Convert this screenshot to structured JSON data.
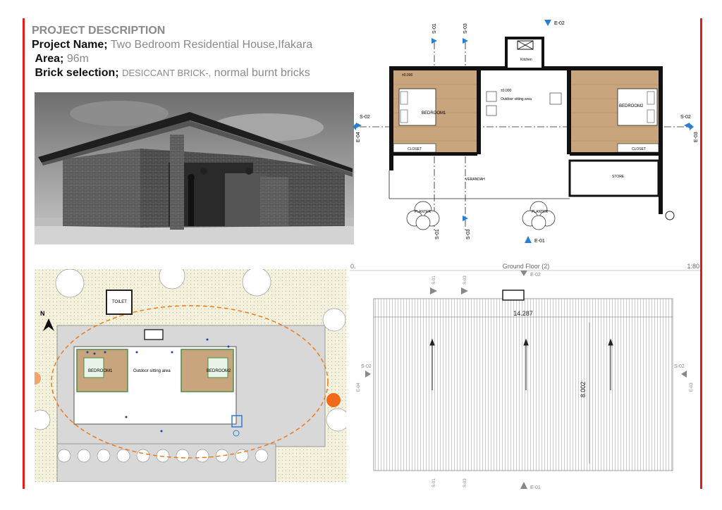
{
  "header": {
    "title": "PROJECT DESCRIPTION",
    "name_label": "Project Name;",
    "name_value": "Two Bedroom Residential House,Ifakara",
    "area_label": "Area;",
    "area_value": "96m",
    "brick_label": "Brick selection;",
    "brick_value_caps": "DESICCANT BRICK-,",
    "brick_value_rest": " normal burnt bricks"
  },
  "floor_plan": {
    "markers": {
      "s01": "S-01",
      "s03": "S-03",
      "s02": "S-02",
      "e02": "E-02",
      "e04": "E-04",
      "e03": "E-03",
      "e01": "E-01"
    },
    "rooms": {
      "bedroom1": "BEDROOM1",
      "bedroom2": "BEDROOM2",
      "closet1": "CLOSET",
      "closet2": "CLOSET",
      "kitchen": "Kitchen",
      "sitting": "Outdoor sitting area",
      "verandah": "VERANDAH",
      "store": "STORE",
      "planter1": "PLANTER",
      "planter2": "PLANTER"
    },
    "levels": {
      "l1": "±0.000",
      "l2": "±0.000"
    }
  },
  "site_plan": {
    "north": "N",
    "toilet": "TOILET",
    "bedroom1": "BEDROOM1",
    "bedroom2": "BEDROOM2",
    "sitting": "Outdoor sitting area"
  },
  "roof_plan": {
    "scale_start": "0.",
    "view_title": "Ground Floor (2)",
    "scale": "1:80",
    "width_dim": "14.287",
    "depth_dim": "8.002",
    "markers": {
      "e02": "E-02",
      "s01": "S-01",
      "s03": "S-03",
      "s02": "S-02",
      "e04": "E-04",
      "e03": "E-03",
      "e01": "E-01"
    }
  },
  "colors": {
    "accent": "#e31b1b",
    "marker": "#2a7fd4",
    "wood": "#c8a57c",
    "orbit": "#f07a1a"
  }
}
